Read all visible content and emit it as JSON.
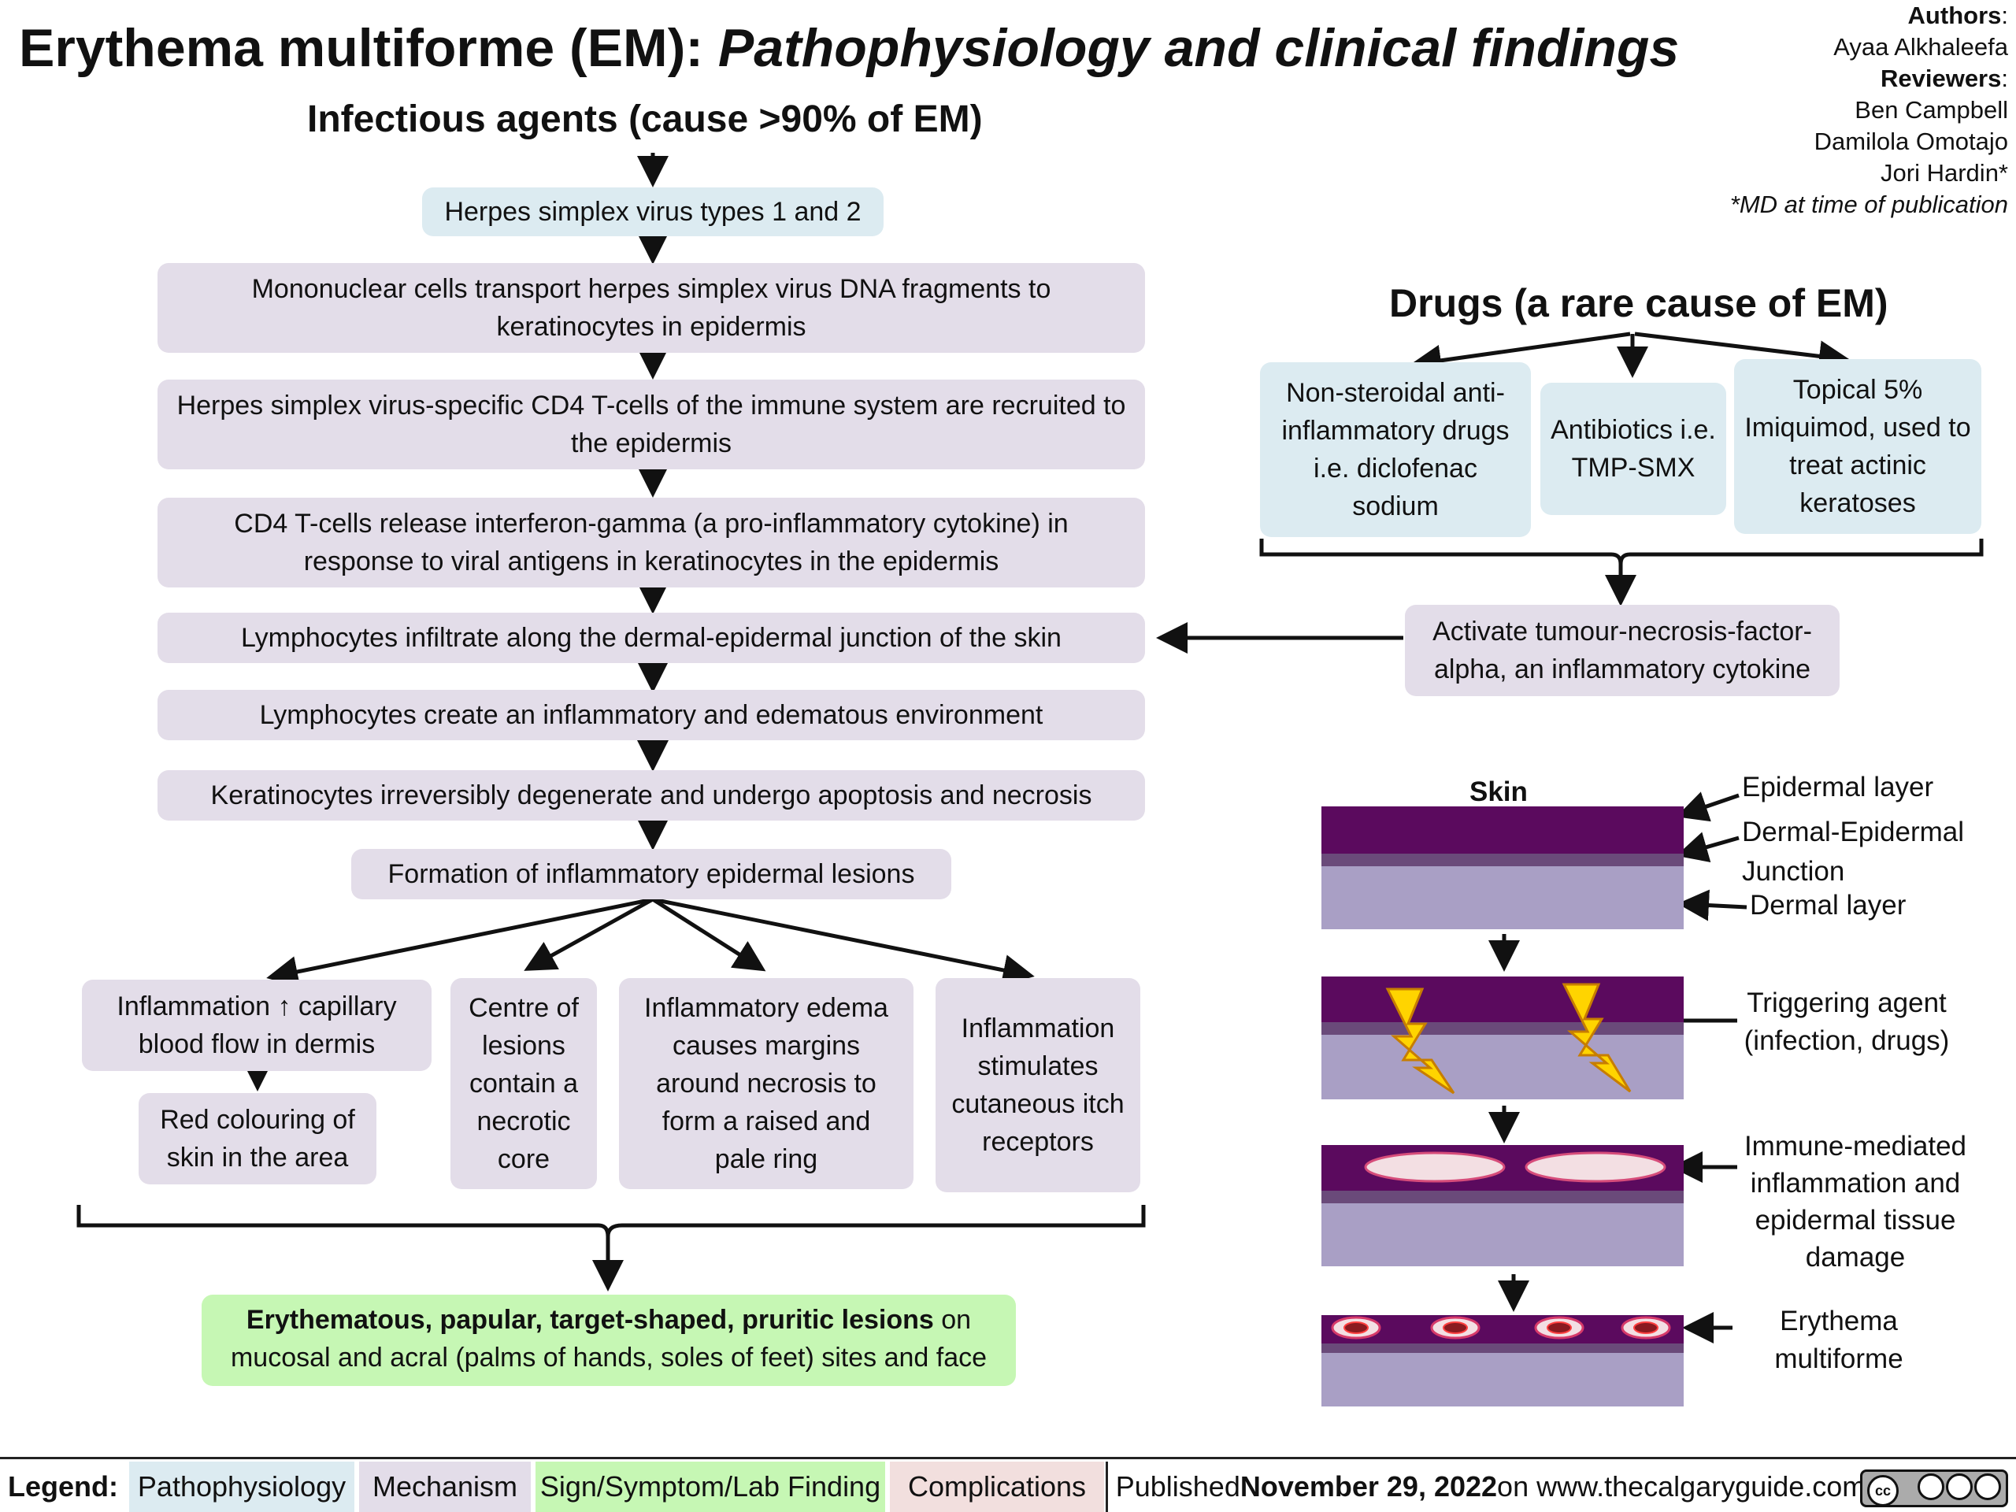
{
  "title": {
    "main": "Erythema multiforme (EM):",
    "sub": "Pathophysiology and clinical findings"
  },
  "credits": {
    "authors_label": "Authors",
    "authors": [
      "Ayaa Alkhaleefa"
    ],
    "reviewers_label": "Reviewers",
    "reviewers": [
      "Ben Campbell",
      "Damilola Omotajo",
      "Jori Hardin*"
    ],
    "footnote": "*MD at time of publication"
  },
  "infectious": {
    "heading": "Infectious agents (cause >90% of EM)",
    "steps": [
      "Herpes simplex virus types 1 and 2",
      "Mononuclear cells transport herpes simplex virus DNA fragments to keratinocytes in epidermis",
      "Herpes simplex virus-specific CD4 T-cells of the immune system are recruited to the epidermis",
      "CD4 T-cells release interferon-gamma (a pro-inflammatory cytokine) in response to viral antigens in keratinocytes in the epidermis",
      "Lymphocytes infiltrate along the dermal-epidermal junction of the skin",
      "Lymphocytes create an inflammatory and edematous environment",
      "Keratinocytes irreversibly degenerate and undergo apoptosis and necrosis",
      "Formation of inflammatory epidermal lesions"
    ],
    "branches": [
      "Inflammation ↑ capillary blood flow in dermis",
      "Centre of lesions contain a necrotic core",
      "Inflammatory edema causes margins around necrosis to form a raised and pale ring",
      "Inflammation stimulates cutaneous itch receptors"
    ],
    "sub_branch": "Red colouring of skin in the area",
    "outcome_bold": "Erythematous, papular, target-shaped, pruritic lesions",
    "outcome_rest": " on mucosal and acral (palms of hands, soles of feet) sites and face"
  },
  "drugs": {
    "heading": "Drugs (a rare cause of EM)",
    "items": [
      "Non-steroidal anti-inflammatory drugs i.e. diclofenac sodium",
      "Antibiotics i.e. TMP-SMX",
      "Topical 5% Imiquimod, used to treat actinic keratoses"
    ],
    "mechanism": "Activate tumour-necrosis-factor-alpha, an inflammatory cytokine"
  },
  "skin": {
    "title": "Skin",
    "labels": [
      "Epidermal layer",
      "Dermal-Epidermal Junction",
      "Dermal layer"
    ],
    "stages": [
      "Triggering agent (infection, drugs)",
      "Immune-mediated inflammation and epidermal tissue damage",
      "Erythema multiforme"
    ]
  },
  "colors": {
    "mechanism": "#e3dde9",
    "pathophysiology": "#dcebf1",
    "sign": "#c6f7b4",
    "complications": "#f2dfde",
    "epidermis": "#5b0a5e",
    "junction": "#6a4a7a",
    "dermis": "#a99fc5"
  },
  "legend": {
    "label": "Legend:",
    "items": [
      "Pathophysiology",
      "Mechanism",
      "Sign/Symptom/Lab Finding",
      "Complications"
    ],
    "published_prefix": "Published ",
    "published_date": "November 29, 2022",
    "published_suffix": " on www.thecalgaryguide.com",
    "license_icon": "cc-by-nc-sa-icon"
  }
}
